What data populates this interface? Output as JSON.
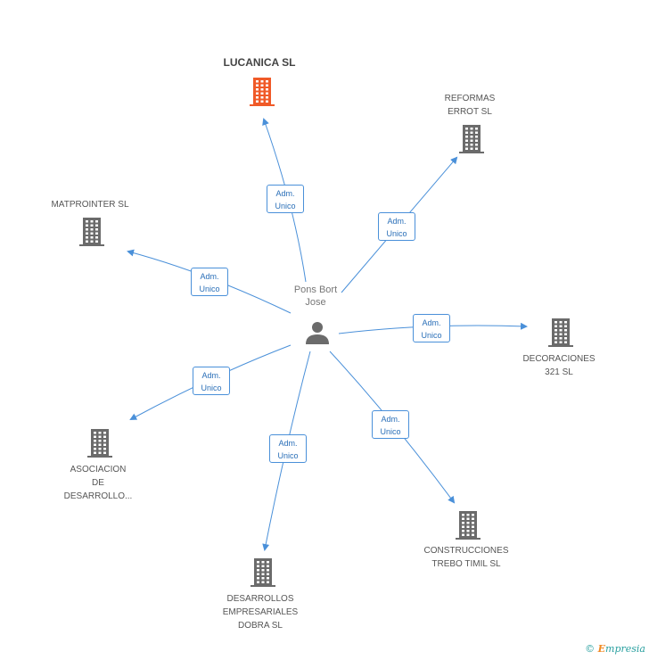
{
  "colors": {
    "edge": "#4a90d9",
    "building": "#6b6b6b",
    "highlight": "#f05a28",
    "person": "#6b6b6b"
  },
  "person": {
    "label_line1": "Pons Bort",
    "label_line2": "Jose",
    "icon": "person-icon"
  },
  "nodes": [
    {
      "id": "lucanica",
      "lines": [
        "LUCANICA SL"
      ],
      "main": true
    },
    {
      "id": "reformas",
      "lines": [
        "REFORMAS",
        "ERROT SL"
      ]
    },
    {
      "id": "matprointer",
      "lines": [
        "MATPROINTER SL"
      ]
    },
    {
      "id": "decoraciones",
      "lines": [
        "DECORACIONES",
        "321 SL"
      ]
    },
    {
      "id": "asociacion",
      "lines": [
        "ASOCIACION",
        "DE",
        "DESARROLLO..."
      ]
    },
    {
      "id": "construcciones",
      "lines": [
        "CONSTRUCCIONES",
        "TREBO TIMIL SL"
      ]
    },
    {
      "id": "desarrollos",
      "lines": [
        "DESARROLLOS",
        "EMPRESARIALES",
        "DOBRA SL"
      ]
    }
  ],
  "edge_label": {
    "line1": "Adm.",
    "line2": "Unico"
  },
  "brand": {
    "symbol": "©",
    "e": "E",
    "rest": "mpresia"
  }
}
